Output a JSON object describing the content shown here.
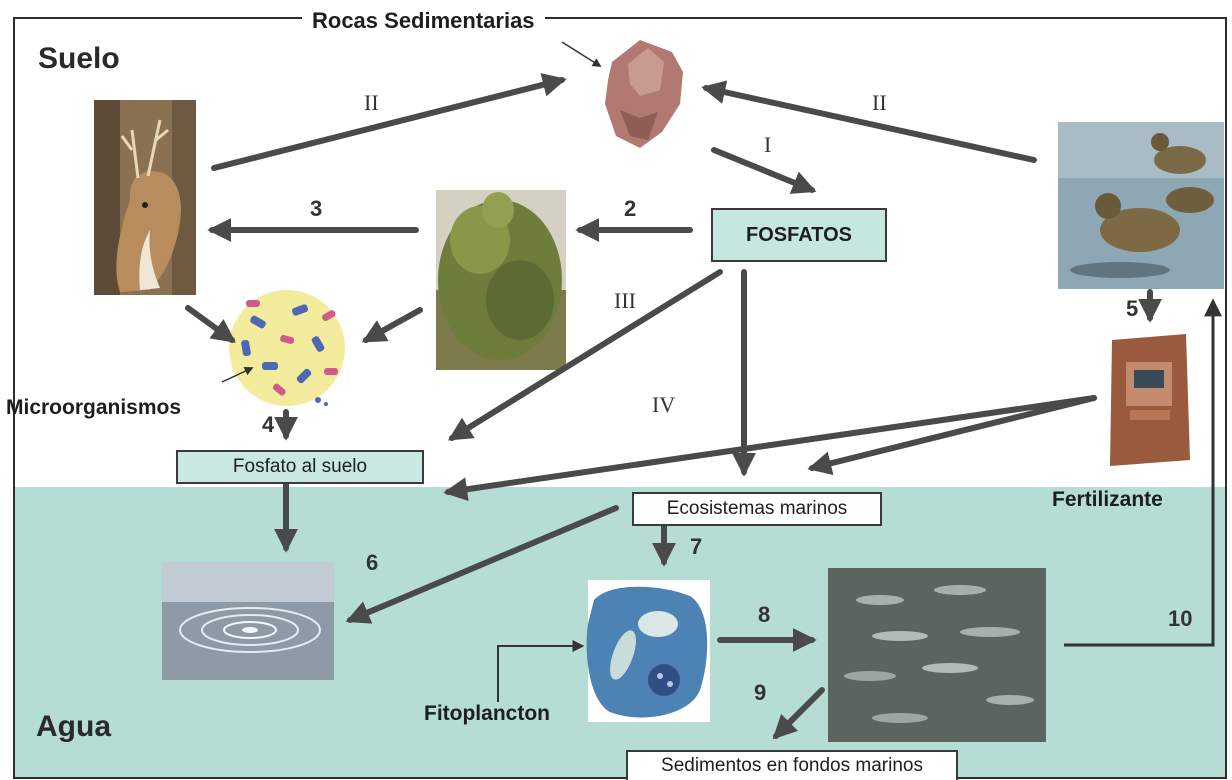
{
  "regions": {
    "soil": "Suelo",
    "water": "Agua"
  },
  "title": "Rocas Sedimentarias",
  "boxes": {
    "phosphates": "FOSFATOS",
    "soil_phosphate": "Fosfato al suelo",
    "marine_ecosystems": "Ecosistemas marinos",
    "marine_sediments": "Sedimentos en fondos marinos"
  },
  "labels": {
    "microorganisms": "Microorganismos",
    "fertilizer": "Fertilizante",
    "phytoplankton": "Fitoplancton"
  },
  "step_numbers": {
    "s2": "2",
    "s3": "3",
    "s4": "4",
    "s5": "5",
    "s6": "6",
    "s7": "7",
    "s8": "8",
    "s9": "9",
    "s10": "10"
  },
  "roman_numerals": {
    "i": "I",
    "ii_left": "II",
    "ii_right": "II",
    "iii": "III",
    "iv": "IV"
  },
  "colors": {
    "water_background": "#b5ddd3",
    "arrow": "#4a4a4a",
    "box_fill": "#c6e6e0",
    "border": "#2e2e2e"
  },
  "images": [
    "sedimentary-rock",
    "deer",
    "shrub",
    "ducks",
    "microorganisms-cluster",
    "fertilizer-bag",
    "water-ripples",
    "phytoplankton-cells",
    "fish-school"
  ]
}
